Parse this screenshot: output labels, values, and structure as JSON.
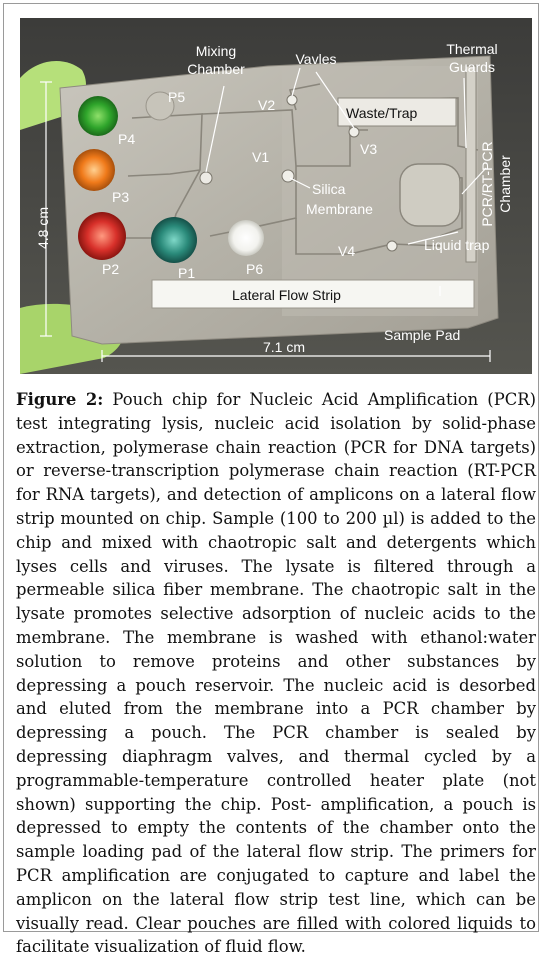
{
  "figure": {
    "label": "Figure 2:",
    "caption": " Pouch chip for Nucleic Acid Amplification (PCR) test integrating lysis, nucleic acid isolation by solid-phase extraction, polymerase chain reaction (PCR for DNA targets) or reverse-transcription polymerase chain reaction (RT-PCR for RNA targets), and detection of amplicons on a lateral flow strip mounted on chip. Sample (100 to 200 µl) is added to the chip and mixed with chaotropic salt and detergents which lyses cells and viruses. The lysate is filtered through a permeable silica fiber membrane. The chaotropic salt in the lysate promotes selective adsorption of nucleic acids to the membrane. The membrane is washed with ethanol:water solution to remove proteins and other substances by depressing a pouch reservoir. The nucleic acid is desorbed and eluted from the membrane into a PCR chamber by depressing a pouch. The PCR chamber is sealed by depressing diaphragm valves, and thermal cycled by a programmable-temperature controlled heater plate (not shown) supporting the chip. Post- amplification, a pouch is depressed to empty the contents of the chamber onto the sample loading pad of the lateral flow strip. The primers for PCR amplification are conjugated to capture and label the amplicon on the lateral flow strip test line, which can be visually read. Clear pouches are filled with colored liquids to facilitate visualization of fluid flow."
  },
  "photo_labels": {
    "mixing_1": "Mixing",
    "mixing_2": "Chamber",
    "valves": "Vavles",
    "thermal_1": "Thermal",
    "thermal_2": "Guards",
    "waste": "Waste/Trap",
    "pcr_1": "PCR/RT-PCR",
    "pcr_2": "Chamber",
    "p5": "P5",
    "p4": "P4",
    "p3": "P3",
    "p2": "P2",
    "p1": "P1",
    "p6": "P6",
    "v1": "V1",
    "v2": "V2",
    "v3": "V3",
    "v4": "V4",
    "silica_1": "Silica",
    "silica_2": "Membrane",
    "liquid_trap": "Liquid trap",
    "lfs": "Lateral Flow Strip",
    "sample_pad": "Sample Pad",
    "height": "4.8 cm",
    "width": "7.1 cm"
  },
  "colors": {
    "background": "#4a4a48",
    "pouch_green": "#2fa52b",
    "pouch_orange": "#f07a1a",
    "pouch_red": "#d8302a",
    "pouch_teal": "#2a8a7a",
    "pouch_clear": "#f2f2ee",
    "glove": "#b6e07a"
  }
}
